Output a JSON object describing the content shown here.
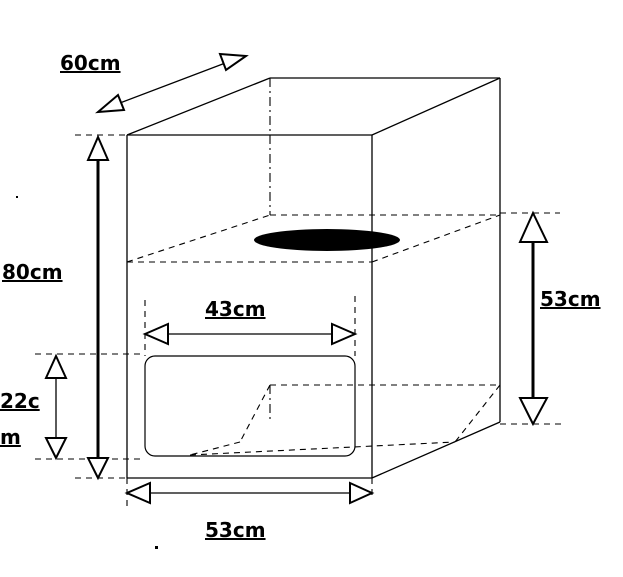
{
  "labels": {
    "depth": "60cm",
    "height": "80cm",
    "inner_width": "43cm",
    "door_height_top": "22c",
    "door_height_bottom": "m",
    "right_height": "53cm",
    "width": "53cm"
  },
  "colors": {
    "line": "#000000",
    "background": "#ffffff",
    "hole": "#000000"
  }
}
